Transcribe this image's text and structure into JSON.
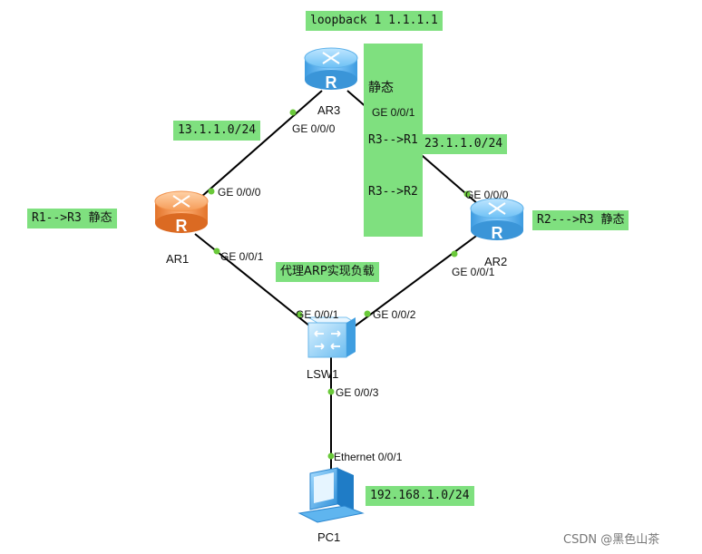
{
  "devices": {
    "ar3": "AR3",
    "ar1": "AR1",
    "ar2": "AR2",
    "lsw1": "LSW1",
    "pc1": "PC1"
  },
  "notes": {
    "loopback": "loopback 1 1.1.1.1",
    "ar3_static_title": "静态",
    "ar3_static_routes": [
      "R3-->R1",
      "R3-->R2"
    ],
    "net_13": "13.1.1.0/24",
    "net_23": "23.1.1.0/24",
    "r1_route": "R1-->R3 静态",
    "r2_route": "R2--->R3 静态",
    "proxy_arp": "代理ARP实现负载",
    "net_192": "192.168.1.0/24"
  },
  "ports": {
    "ar3_g000": "GE 0/0/0",
    "ar3_g001": "GE 0/0/1",
    "ar1_g000": "GE 0/0/0",
    "ar1_g001": "GE 0/0/1",
    "ar2_g000": "GE 0/0/0",
    "ar2_g001": "GE 0/0/1",
    "lsw_g001": "GE 0/0/1",
    "lsw_g002": "GE 0/0/2",
    "lsw_g003": "GE 0/0/3",
    "pc_eth": "Ethernet 0/0/1"
  },
  "watermark": "CSDN @黑色山茶",
  "colors": {
    "note_bg": "#7fe07f",
    "link": "#000000",
    "port_dot": "#6ac93a",
    "router_blue": "#4aa8e8",
    "router_orange": "#f08a3c"
  }
}
